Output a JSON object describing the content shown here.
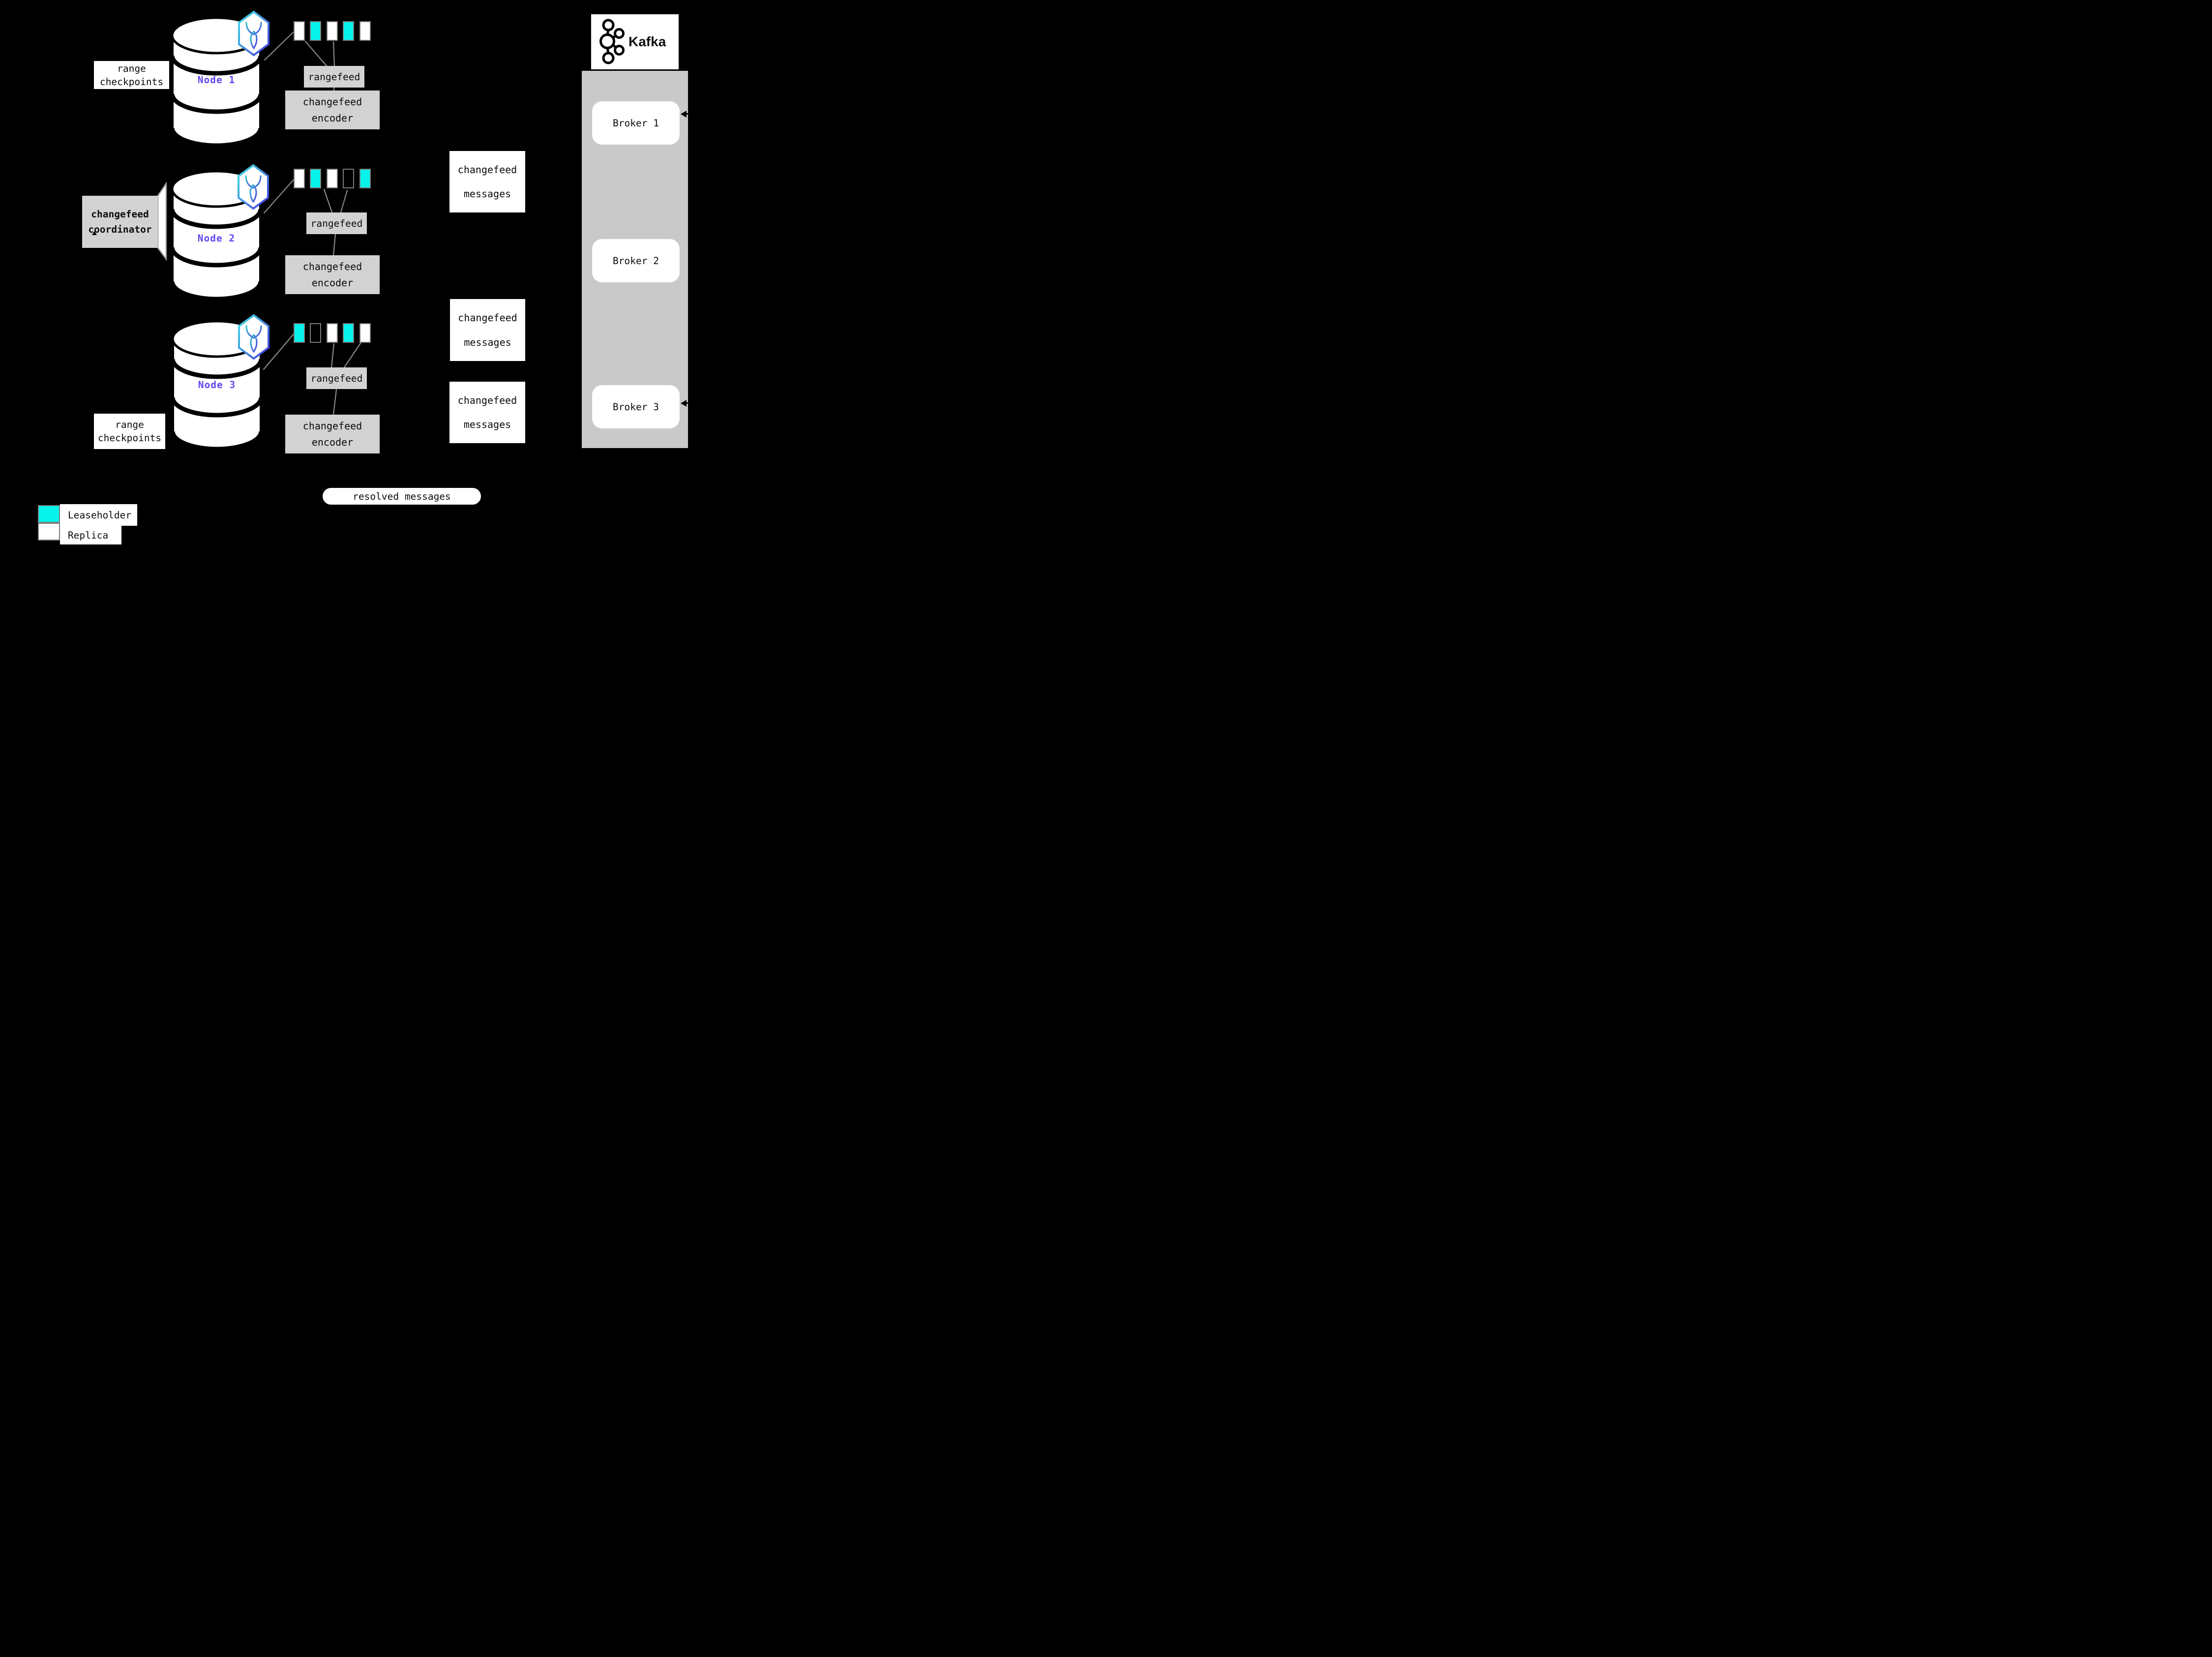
{
  "colors": {
    "bg": "#000000",
    "leaseholder": "#06f3ec",
    "replica": "#ffffff",
    "boxGray": "#d2d2d2",
    "containerGray": "#c9c9c9",
    "nodeTitle": "#6246ef",
    "lineGray": "#8a8a8a",
    "borderGray": "#7b7b7b"
  },
  "icons": {
    "node_badge": "cockroachdb-hexagon-logo",
    "kafka_logo": "kafka-circles-logo"
  },
  "labels": {
    "range_checkpoints_top": {
      "line1": "range",
      "line2": "checkpoints"
    },
    "range_checkpoints_bottom": {
      "line1": "range",
      "line2": "checkpoints"
    },
    "coordinator": {
      "line1": "changefeed",
      "line2": "coordinator"
    },
    "changefeed_messages": [
      {
        "line1": "changefeed",
        "line2": "messages"
      },
      {
        "line1": "changefeed",
        "line2": "messages"
      },
      {
        "line1": "changefeed",
        "line2": "messages"
      }
    ],
    "resolved_messages": "resolved messages"
  },
  "nodes": [
    {
      "title": "Node 1",
      "rangefeed_label": "rangefeed",
      "encoder_label": {
        "line1": "changefeed",
        "line2": "encoder"
      },
      "ranges": [
        {
          "state": "replica"
        },
        {
          "state": "leaseholder"
        },
        {
          "state": "replica"
        },
        {
          "state": "leaseholder"
        },
        {
          "state": "replica"
        }
      ]
    },
    {
      "title": "Node 2",
      "rangefeed_label": "rangefeed",
      "encoder_label": {
        "line1": "changefeed",
        "line2": "encoder"
      },
      "ranges": [
        {
          "state": "replica"
        },
        {
          "state": "leaseholder"
        },
        {
          "state": "replica"
        },
        {
          "state": "empty"
        },
        {
          "state": "leaseholder"
        }
      ]
    },
    {
      "title": "Node 3",
      "rangefeed_label": "rangefeed",
      "encoder_label": {
        "line1": "changefeed",
        "line2": "encoder"
      },
      "ranges": [
        {
          "state": "leaseholder"
        },
        {
          "state": "empty"
        },
        {
          "state": "replica"
        },
        {
          "state": "leaseholder"
        },
        {
          "state": "replica"
        }
      ]
    }
  ],
  "kafka": {
    "logo_label": "Kafka",
    "brokers": [
      "Broker 1",
      "Broker 2",
      "Broker 3"
    ]
  },
  "legend": [
    {
      "swatch": "leaseholder",
      "label": "Leaseholder"
    },
    {
      "swatch": "replica",
      "label": "Replica"
    }
  ]
}
